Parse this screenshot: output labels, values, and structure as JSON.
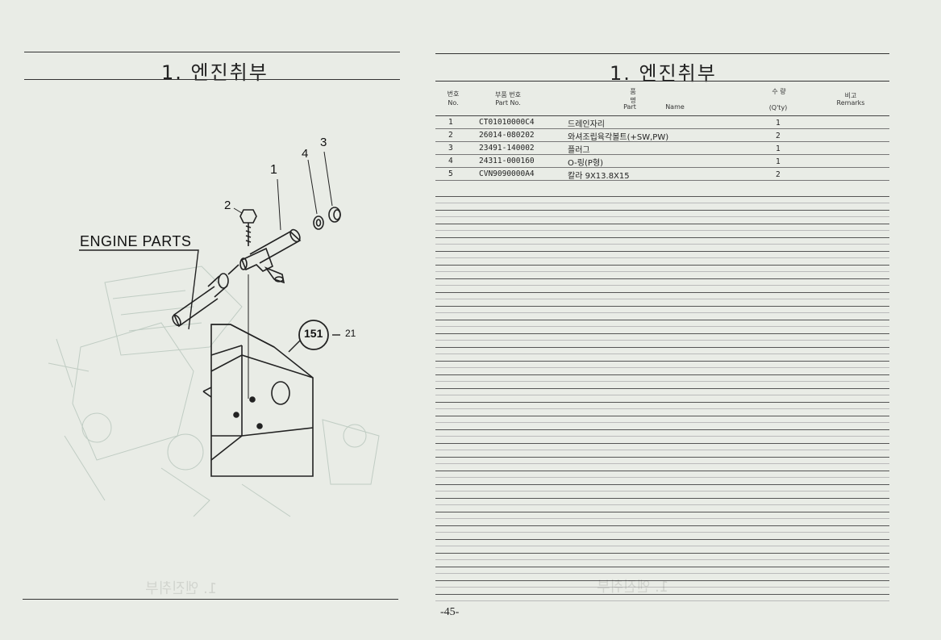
{
  "left_page": {
    "title": "1. 엔진취부",
    "engine_parts_label": "ENGINE PARTS",
    "callouts": {
      "c1": "1",
      "c2": "2",
      "c3": "3",
      "c4": "4",
      "ref_circle": "151",
      "ref_number": "21"
    }
  },
  "right_page": {
    "title": "1. 엔진취부",
    "headers": {
      "no_ko": "번호",
      "no_en": "No.",
      "part_no_ko": "부품 번호",
      "part_no_en": "Part No.",
      "name_ko": "품 명",
      "name_en_part": "Part",
      "name_en_name": "Name",
      "qty_ko": "수 량",
      "qty_en": "(Q'ty)",
      "remarks_ko": "비고",
      "remarks_en": "Remarks"
    },
    "rows": [
      {
        "no": "1",
        "part_no": "CT01010000C4",
        "name": "드레인자리",
        "qty": "1"
      },
      {
        "no": "2",
        "part_no": "26014-080202",
        "name": "와셔조립육각볼트(+SW,PW)",
        "qty": "2"
      },
      {
        "no": "3",
        "part_no": "23491-140002",
        "name": "플러그",
        "qty": "1"
      },
      {
        "no": "4",
        "part_no": "24311-000160",
        "name": "O-링(P형)",
        "qty": "1"
      },
      {
        "no": "5",
        "part_no": "CVN9090000A4",
        "name": "칼라 9X13.8X15",
        "qty": "2"
      }
    ],
    "page_number": "-45-"
  }
}
